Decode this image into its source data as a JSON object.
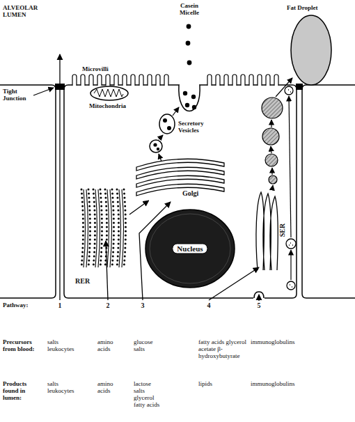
{
  "diagram": {
    "nodes": [
      {
        "text": [
          "Golgi"
        ]
      },
      {
        "text": [
          "RER"
        ]
      },
      {
        "text": [
          "Nucleus"
        ]
      },
      {
        "text": [
          "SER"
        ]
      }
    ],
    "edges": [
      {
        "from": 1,
        "to": 0,
        "arrow": "to"
      }
    ],
    "labels": [
      "ALVEOLAR LUMEN",
      "Casein Micelle",
      "Fat Droplet",
      "Microvilli",
      "Tight Junction",
      "Mitochondria",
      "Secretory Vesicles",
      "Pathway:",
      "1",
      "2",
      "3",
      "4",
      "5",
      "Precursors from blood:",
      "salts leukocytes",
      "amino acids",
      "glucose salts",
      "fatty acids glycerol acetate β-hydroxybutyrate",
      "immunoglobulins",
      "Products found in lumen:",
      "salts leukocytes",
      "amino acids",
      "lactose salts glycerol fatty acids",
      "lipids",
      "immunoglobulins"
    ]
  }
}
